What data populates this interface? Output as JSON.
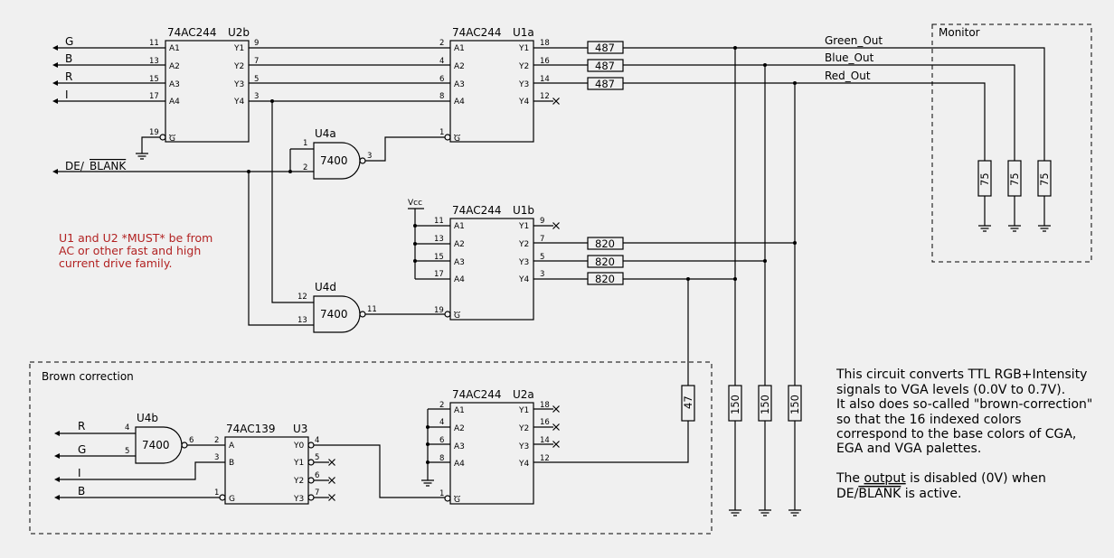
{
  "u2b": {
    "part": "74AC244",
    "ref": "U2b",
    "pins_in": [
      "A1",
      "A2",
      "A3",
      "A4"
    ],
    "pins_out": [
      "Y1",
      "Y2",
      "Y3",
      "Y4"
    ],
    "en": "G",
    "pn_in": [
      "11",
      "13",
      "15",
      "17"
    ],
    "pn_out": [
      "9",
      "7",
      "5",
      "3"
    ],
    "pn_en": "19"
  },
  "u1a": {
    "part": "74AC244",
    "ref": "U1a",
    "pins_in": [
      "A1",
      "A2",
      "A3",
      "A4"
    ],
    "pins_out": [
      "Y1",
      "Y2",
      "Y3",
      "Y4"
    ],
    "en": "G",
    "pn_in": [
      "2",
      "4",
      "6",
      "8"
    ],
    "pn_out": [
      "18",
      "16",
      "14",
      "12"
    ],
    "pn_en": "1"
  },
  "u1b": {
    "part": "74AC244",
    "ref": "U1b",
    "pins_in": [
      "A1",
      "A2",
      "A3",
      "A4"
    ],
    "pins_out": [
      "Y1",
      "Y2",
      "Y3",
      "Y4"
    ],
    "en": "G",
    "pn_in": [
      "11",
      "13",
      "15",
      "17"
    ],
    "pn_out": [
      "9",
      "7",
      "5",
      "3"
    ],
    "pn_en": "19"
  },
  "u2a": {
    "part": "74AC244",
    "ref": "U2a",
    "pins_in": [
      "A1",
      "A2",
      "A3",
      "A4"
    ],
    "pins_out": [
      "Y1",
      "Y2",
      "Y3",
      "Y4"
    ],
    "en": "G",
    "pn_in": [
      "2",
      "4",
      "6",
      "8"
    ],
    "pn_out": [
      "18",
      "16",
      "14",
      "12"
    ],
    "pn_en": "1"
  },
  "u3": {
    "part": "74AC139",
    "ref": "U3",
    "pins_in": [
      "A",
      "B",
      "G"
    ],
    "pins_out": [
      "Y0",
      "Y1",
      "Y2",
      "Y3"
    ],
    "pn_in": [
      "2",
      "3",
      "1"
    ],
    "pn_out": [
      "4",
      "5",
      "6",
      "7"
    ]
  },
  "u4a": {
    "part": "7400",
    "ref": "U4a",
    "pn": [
      "1",
      "2",
      "3"
    ]
  },
  "u4d": {
    "part": "7400",
    "ref": "U4d",
    "pn": [
      "12",
      "13",
      "11"
    ]
  },
  "u4b": {
    "part": "7400",
    "ref": "U4b",
    "pn": [
      "4",
      "5",
      "6"
    ]
  },
  "signals": {
    "g": "G",
    "b": "B",
    "r": "R",
    "i": "I",
    "de": "DE/",
    "blank": "BLANK",
    "vcc": "Vcc",
    "green_out": "Green_Out",
    "blue_out": "Blue_Out",
    "red_out": "Red_Out",
    "bc_r": "R",
    "bc_g": "G",
    "bc_i": "I",
    "bc_b": "B"
  },
  "resistors": {
    "r487": "487",
    "r820": "820",
    "r75": "75",
    "r150": "150",
    "r47": "47"
  },
  "monitor_label": "Monitor",
  "brown_label": "Brown correction",
  "warning": [
    "U1 and U2 *MUST* be from",
    "AC or other fast and high",
    "current drive family."
  ],
  "notes": {
    "l1": "This circuit converts TTL RGB+Intensity",
    "l2": "signals to VGA levels (0.0V to 0.7V).",
    "l3": "It also does so-called \"brown-correction\"",
    "l4": "so that the 16 indexed colors",
    "l5": "correspond to the base colors of CGA,",
    "l6": "EGA and VGA palettes.",
    "l7a": "The ",
    "l7b": "output",
    "l7c": " is disabled (0V) when",
    "l8a": "DE/",
    "l8b": "BLANK",
    "l8c": " is active."
  }
}
